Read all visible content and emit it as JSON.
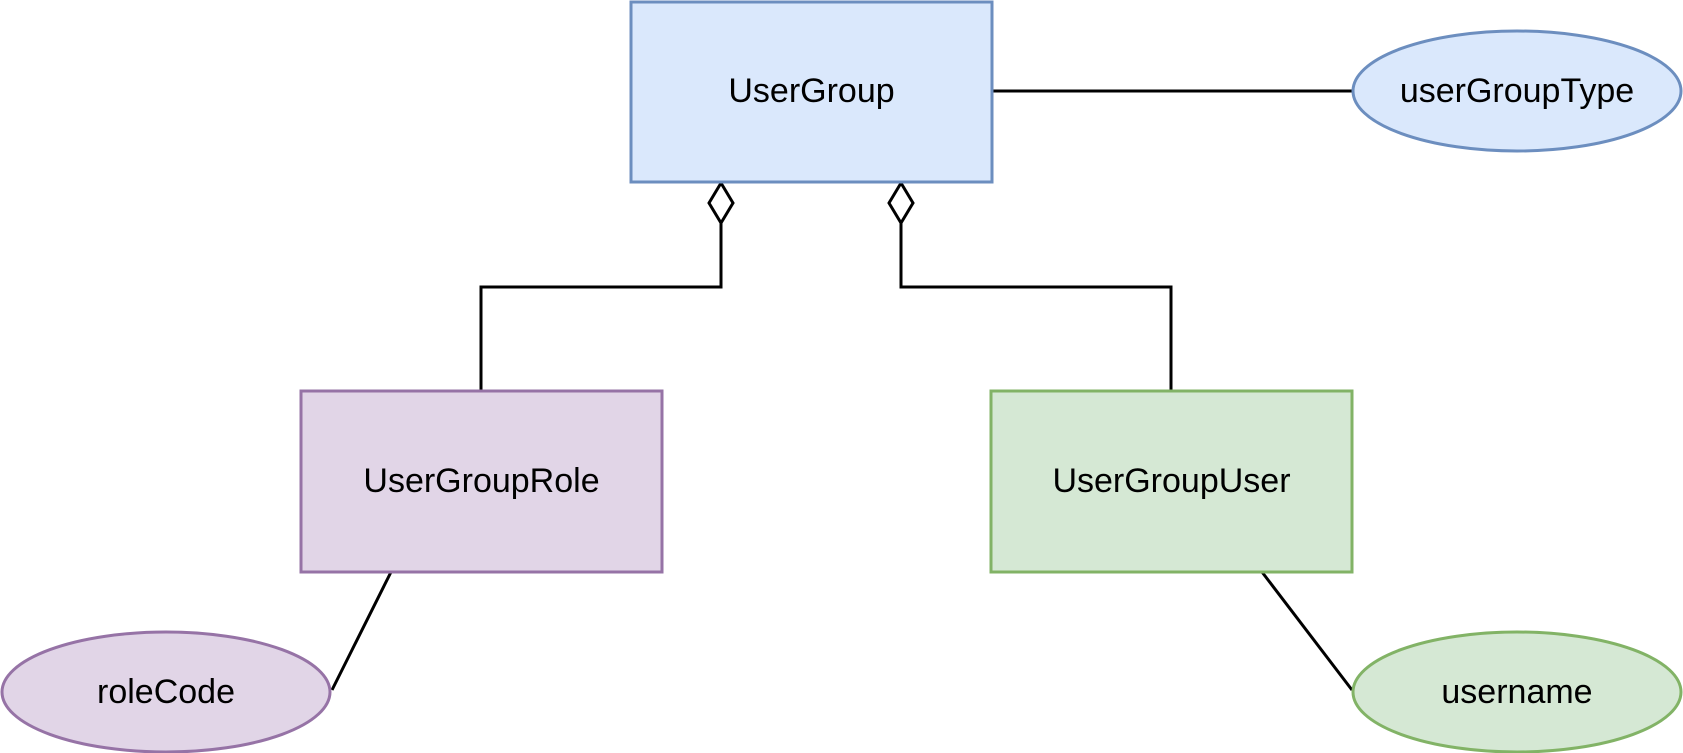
{
  "nodes": {
    "user_group": {
      "label": "UserGroup",
      "fill": "#dae8fc",
      "stroke": "#6c8ebf"
    },
    "user_group_type": {
      "label": "userGroupType",
      "fill": "#dae8fc",
      "stroke": "#6c8ebf"
    },
    "user_group_role": {
      "label": "UserGroupRole",
      "fill": "#e1d5e7",
      "stroke": "#9673a6"
    },
    "role_code": {
      "label": "roleCode",
      "fill": "#e1d5e7",
      "stroke": "#9673a6"
    },
    "user_group_user": {
      "label": "UserGroupUser",
      "fill": "#d5e8d4",
      "stroke": "#82b366"
    },
    "username": {
      "label": "username",
      "fill": "#d5e8d4",
      "stroke": "#82b366"
    }
  },
  "edges": [
    {
      "from": "user_group",
      "to": "user_group_type",
      "type": "association"
    },
    {
      "from": "user_group_role",
      "to": "user_group",
      "type": "aggregation"
    },
    {
      "from": "user_group_user",
      "to": "user_group",
      "type": "aggregation"
    },
    {
      "from": "user_group_role",
      "to": "role_code",
      "type": "association"
    },
    {
      "from": "user_group_user",
      "to": "username",
      "type": "association"
    }
  ],
  "colors": {
    "edge": "#000000",
    "diamond_fill": "#ffffff"
  }
}
